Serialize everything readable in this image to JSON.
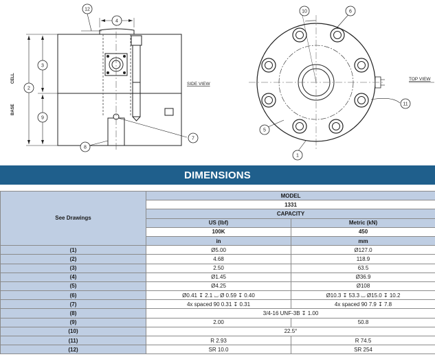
{
  "drawing": {
    "side_view_label": "SIDE VIEW",
    "top_view_label": "TOP VIEW",
    "cell_label": "CELL",
    "base_label": "BASE",
    "callouts": [
      "1",
      "2",
      "3",
      "4",
      "5",
      "6",
      "7",
      "8",
      "9",
      "10",
      "11",
      "12"
    ]
  },
  "banner": {
    "title": "DIMENSIONS"
  },
  "table": {
    "see_drawings": "See Drawings",
    "model_label": "MODEL",
    "model_value": "1331",
    "capacity_label": "CAPACITY",
    "us_label": "US (lbf)",
    "metric_label": "Metric (kN)",
    "us_capacity": "100K",
    "metric_capacity": "450",
    "us_unit": "in",
    "metric_unit": "mm",
    "rows": [
      {
        "ref": "(1)",
        "us": "Ø5.00",
        "metric": "Ø127.0"
      },
      {
        "ref": "(2)",
        "us": "4.68",
        "metric": "118.9"
      },
      {
        "ref": "(3)",
        "us": "2.50",
        "metric": "63.5"
      },
      {
        "ref": "(4)",
        "us": "Ø1.45",
        "metric": "Ø36.9"
      },
      {
        "ref": "(5)",
        "us": "Ø4.25",
        "metric": "Ø108"
      },
      {
        "ref": "(6)",
        "us": "Ø0.41 ↧ 2.1 ⌴ Ø 0.59 ↧ 0.40",
        "metric": "Ø10.3 ↧ 53.3 ⌴ Ø15.0 ↧ 10.2"
      },
      {
        "ref": "(7)",
        "us": "4x spaced 90 0.31 ↧ 0.31",
        "metric": "4x spaced 90 7.9 ↧ 7.8"
      },
      {
        "ref": "(8)",
        "merged": "3/4-16 UNF-3B ↧ 1.00"
      },
      {
        "ref": "(9)",
        "us": "2.00",
        "metric": "50.8"
      },
      {
        "ref": "(10)",
        "merged": "22.5°"
      },
      {
        "ref": "(11)",
        "us": "R 2.93",
        "metric": "R 74.5"
      },
      {
        "ref": "(12)",
        "us": "SR 10.0",
        "metric": "SR 254"
      }
    ]
  }
}
